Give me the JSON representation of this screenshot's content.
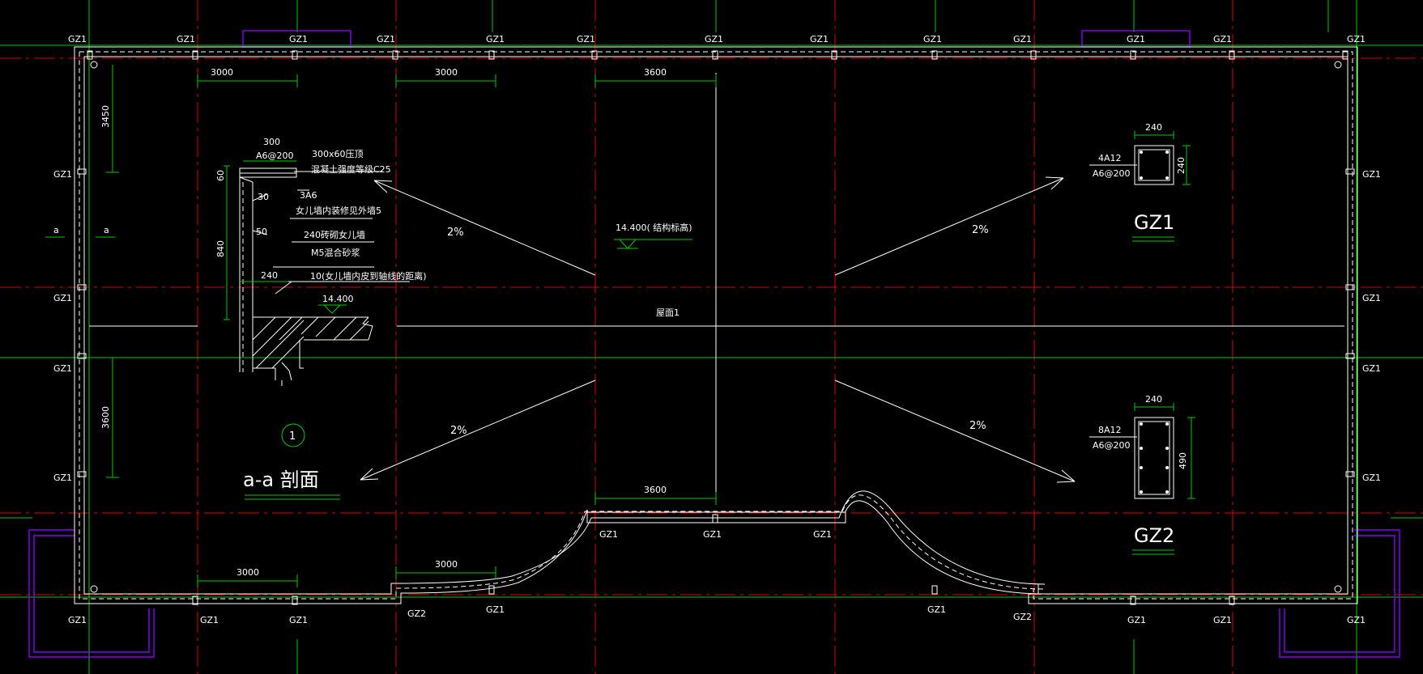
{
  "drawing": {
    "column_labels": {
      "top": [
        "GZ1",
        "GZ1",
        "GZ1",
        "GZ1",
        "GZ1",
        "GZ1",
        "GZ1",
        "GZ1",
        "GZ1",
        "GZ1",
        "GZ1",
        "GZ1",
        "GZ1"
      ],
      "left": [
        "GZ1",
        "GZ1",
        "GZ1",
        "GZ1"
      ],
      "right": [
        "GZ1",
        "GZ1",
        "GZ1",
        "GZ1"
      ],
      "bottom": [
        "GZ1",
        "GZ1",
        "GZ1",
        "GZ2",
        "GZ1",
        "GZ1",
        "GZ2",
        "GZ1",
        "GZ1",
        "GZ1"
      ],
      "notch": [
        "GZ1",
        "GZ1",
        "GZ1"
      ]
    },
    "section_marks": [
      "a",
      "a"
    ],
    "dimensions": {
      "top": [
        "3000",
        "3000",
        "3600"
      ],
      "left": [
        "3450",
        "3600"
      ],
      "bottom": [
        "3000",
        "3000"
      ],
      "notch": "3600"
    },
    "slopes": [
      "2%",
      "2%",
      "2%",
      "2%"
    ],
    "elevation": "14.400(  结构标高)",
    "roof_label": "屋面1",
    "section": {
      "dim_300": "300",
      "rebar_top": "A6@200",
      "coping": "300x60压顶",
      "concrete": "混凝土强度等级C25",
      "rebar_side": "3A6",
      "dim_60": "60",
      "dim_30": "30",
      "plaster": "女儿墙内装修见外墙5",
      "dim_50": "50",
      "wall": "240砖砌女儿墙",
      "mortar": "M5混合砂浆",
      "dim_840": "840",
      "dim_240": "240",
      "note10": "10(女儿墙内皮到轴线的距离)",
      "elev": "14.400",
      "mark_number": "1",
      "title": "a-a 剖面"
    },
    "gz1": {
      "dim_w": "240",
      "dim_h": "240",
      "main_bar": "4A12",
      "stirrup": "A6@200",
      "name": "GZ1"
    },
    "gz2": {
      "dim_w": "240",
      "dim_h": "490",
      "main_bar": "8A12",
      "stirrup": "A6@200",
      "name": "GZ2"
    },
    "colors": {
      "background": "#000000",
      "grid_red": "#dd0000",
      "grid_green": "#00cc00",
      "lines": "#ffffff",
      "purple": "#8000ff"
    }
  }
}
